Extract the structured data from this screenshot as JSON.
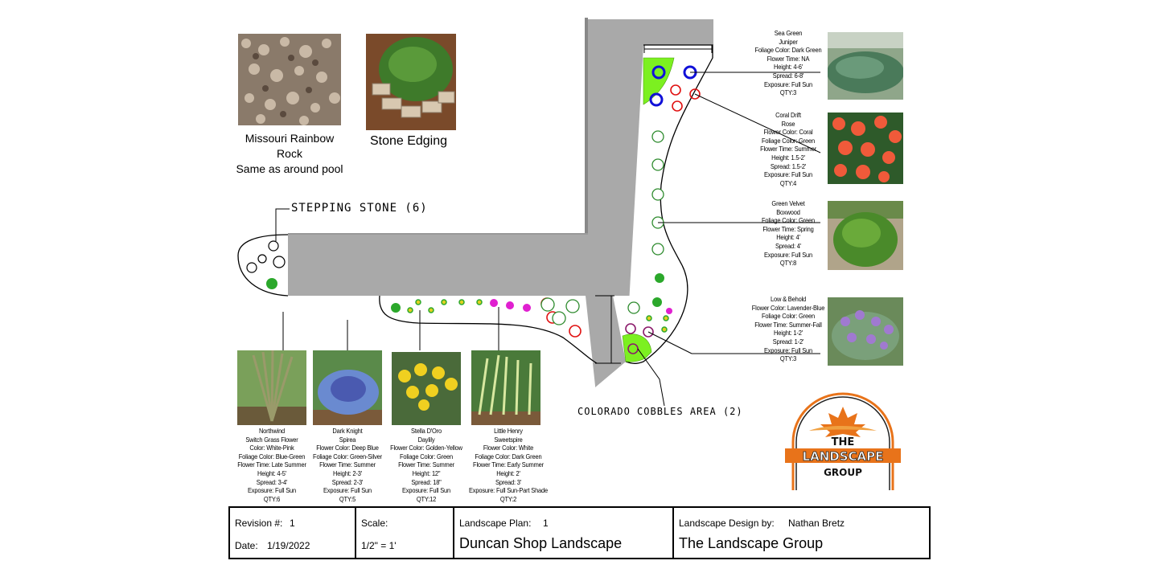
{
  "materials": {
    "rock": {
      "line1": "Missouri Rainbow Rock",
      "line2": "Same as around pool"
    },
    "edging": {
      "label": "Stone Edging"
    }
  },
  "callouts": {
    "stepping_stone": "STEPPING STONE (6)",
    "cobbles": "COLORADO COBBLES AREA (2)"
  },
  "plants_right": [
    {
      "lines": [
        "Sea Green",
        "Juniper",
        "Foliage Color: Dark Green",
        "Flower Time: NA",
        "Height: 4-6'",
        "Spread: 6-8'",
        "Exposure: Full Sun",
        "QTY:3"
      ]
    },
    {
      "lines": [
        "Coral Drift",
        "Rose",
        "Flower Color: Coral",
        "Foliage Color: Green",
        "Flower Time: Summer",
        "Height: 1.5-2'",
        "Spread: 1.5-2'",
        "Exposure: Full Sun",
        "QTY:4"
      ]
    },
    {
      "lines": [
        "Green Velvet",
        "Boxwood",
        "Foliage Color: Green",
        "Flower Time: Spring",
        "Height: 4'",
        "Spread: 4'",
        "Exposure: Full Sun",
        "QTY:8"
      ]
    },
    {
      "lines": [
        "Low & Behold",
        "Flower Color: Lavender-Blue",
        "Foliage Color: Green",
        "Flower Time: Summer-Fall",
        "Height: 1-2'",
        "Spread: 1-2'",
        "Exposure: Full Sun",
        "QTY:3"
      ]
    }
  ],
  "plants_bottom": [
    {
      "lines": [
        "Northwind",
        "Switch Grass Flower",
        "Color: White-Pink",
        "Foliage Color: Blue-Green",
        "Flower Time: Late Summer",
        "Height: 4-5'",
        "Spread: 3-4'",
        "Exposure: Full Sun",
        "QTY:6"
      ]
    },
    {
      "lines": [
        "Dark Knight",
        "Spirea",
        "Flower Color: Deep Blue",
        "Foliage Color: Green-Silver",
        "Flower Time: Summer",
        "Height: 2-3'",
        "Spread: 2-3'",
        "Exposure: Full Sun",
        "QTY:5"
      ]
    },
    {
      "lines": [
        "Stella D'Oro",
        "Daylily",
        "Flower Color: Golden-Yellow",
        "Foliage Color: Green",
        "Flower Time: Summer",
        "Height: 12\"",
        "Spread: 18\"",
        "Exposure: Full Sun",
        "QTY:12"
      ]
    },
    {
      "lines": [
        "Little Henry",
        "Sweetspire",
        "Flower Color: White",
        "Foliage Color: Dark Green",
        "Flower Time: Early Summer",
        "Height: 2'",
        "Spread: 3'",
        "Exposure: Full Sun-Part Shade",
        "QTY:2"
      ]
    }
  ],
  "logo": {
    "line1": "THE",
    "line2": "LANDSCAPE",
    "line3": "GROUP"
  },
  "title_block": {
    "revision_label": "Revision #:",
    "revision": "1",
    "date_label": "Date:",
    "date": "1/19/2022",
    "scale_label": "Scale:",
    "scale": "1/2\" = 1'",
    "plan_label": "Landscape Plan:",
    "plan_no": "1",
    "project": "Duncan Shop Landscape",
    "designer_label": "Landscape Design by:",
    "designer": "Nathan Bretz",
    "company": "The Landscape Group"
  },
  "colors": {
    "hardscape": "#a9a9a9",
    "turf_green": "#7cf020",
    "juniper_blue": "#1010d8",
    "rose_red": "#e01010",
    "boxwood_green": "#2e8b2e",
    "lavender": "#8b1a6b",
    "magenta": "#e020d0",
    "logo_orange": "#e8731a"
  }
}
